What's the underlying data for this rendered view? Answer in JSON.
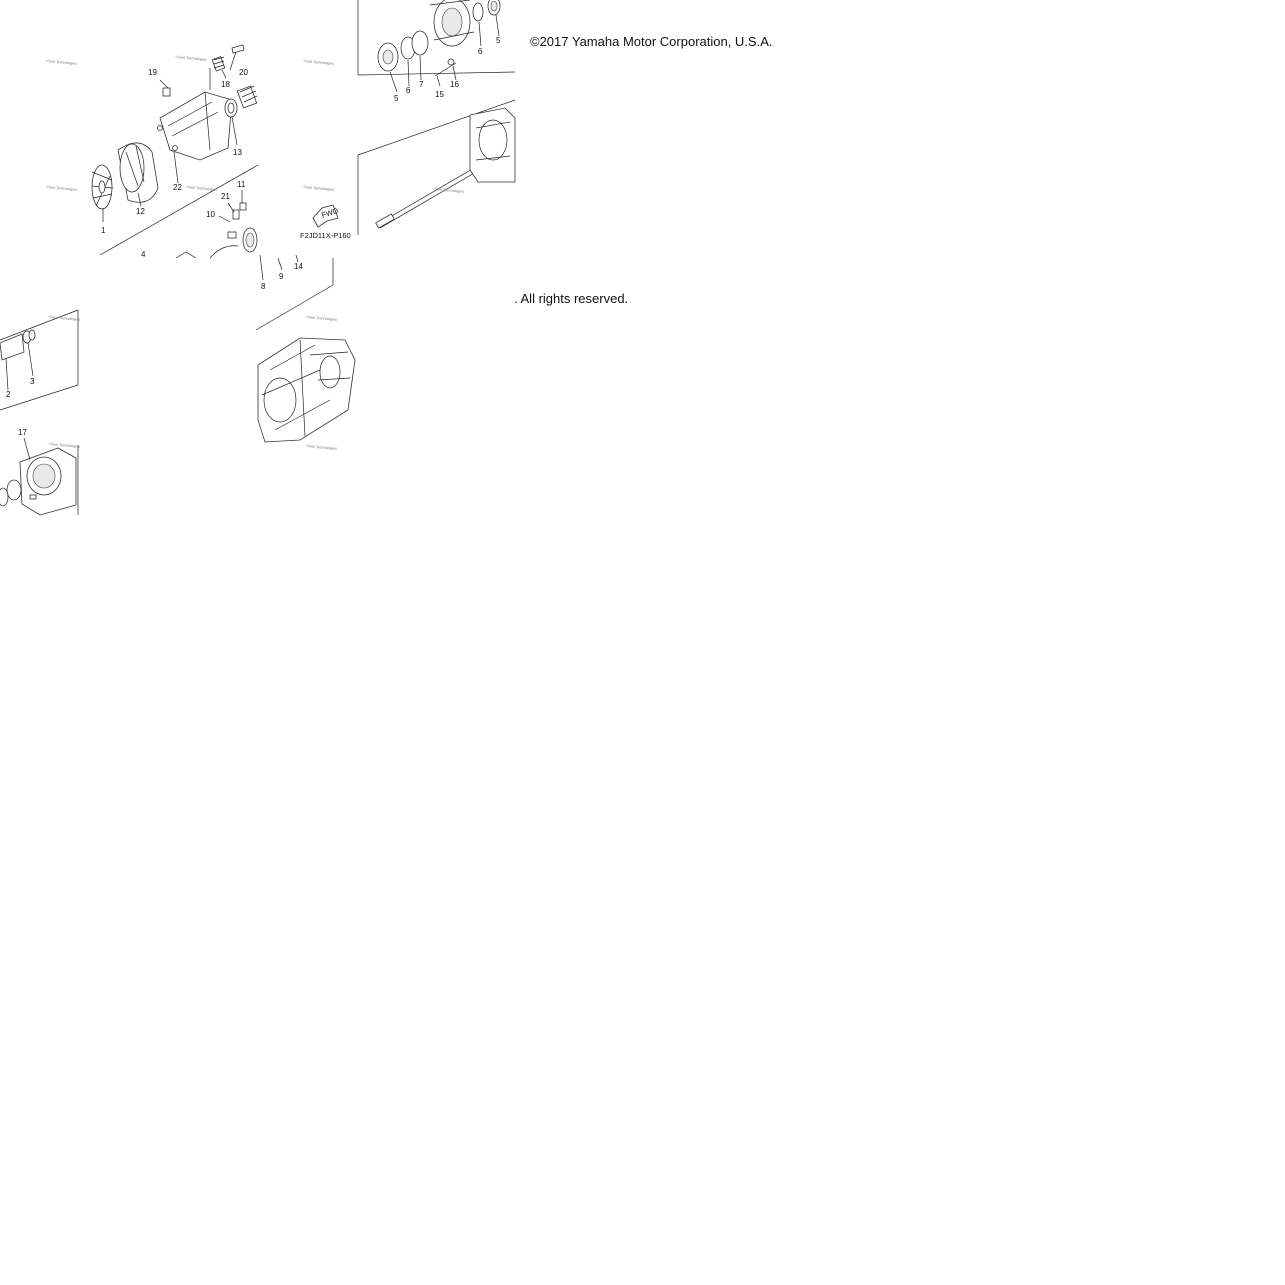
{
  "copyright": {
    "line1": "©2017 Yamaha Motor Corporation, U.S.A.",
    "line2": ". All rights reserved."
  },
  "diagram": {
    "figure_code": "F2JD11X-P160",
    "fwd_label": "FWD",
    "watermark_text": "~Fleet Technologies",
    "callouts": [
      "1",
      "2",
      "3",
      "4",
      "5",
      "5",
      "6",
      "6",
      "7",
      "8",
      "9",
      "10",
      "11",
      "12",
      "13",
      "14",
      "15",
      "16",
      "17",
      "18",
      "19",
      "20",
      "21",
      "22"
    ]
  }
}
